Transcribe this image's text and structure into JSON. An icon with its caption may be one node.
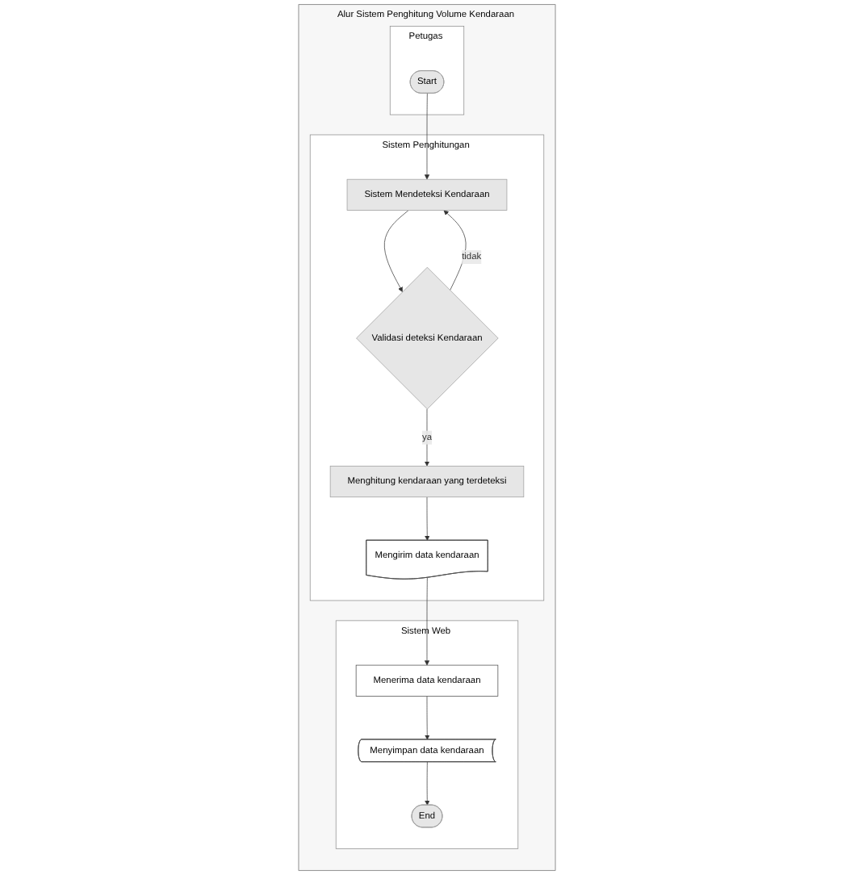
{
  "diagram": {
    "nodes": [
      {
        "text": [
          "Alur Sistem Penghitung Volume Kendaraan"
        ]
      },
      {
        "text": [
          "Sistem Penghitungan"
        ],
        "in": 0
      },
      {
        "text": [
          "Sistem Web"
        ],
        "in": 0
      },
      {
        "text": [
          "Petugas"
        ],
        "in": 0
      },
      {
        "text": [
          "Start"
        ],
        "in": 3
      },
      {
        "text": [
          "Sistem Mendeteksi Kendaraan"
        ],
        "in": 1
      },
      {
        "text": [
          "Validasi deteksi Kendaraan"
        ],
        "in": 1
      },
      {
        "text": [
          "Menghitung kendaraan yang terdeteksi"
        ],
        "in": 1
      },
      {
        "text": [
          "Mengirim data kendaraan"
        ],
        "in": 1
      },
      {
        "text": [
          "Menerima data kendaraan"
        ],
        "in": 2
      },
      {
        "text": [
          "Menyimpan data kendaraan"
        ],
        "in": 2
      },
      {
        "text": [
          "End"
        ],
        "in": 2
      }
    ],
    "edges": [
      {
        "from": 4,
        "to": 5,
        "arrow": "to"
      },
      {
        "from": 5,
        "to": 6,
        "arrow": "to"
      },
      {
        "from": 6,
        "to": 5,
        "label": "tidak",
        "arrow": "to"
      },
      {
        "from": 6,
        "to": 7,
        "label": "ya",
        "arrow": "to"
      },
      {
        "from": 7,
        "to": 8,
        "arrow": "to"
      },
      {
        "from": 8,
        "to": 9,
        "arrow": "to"
      },
      {
        "from": 9,
        "to": 10,
        "arrow": "to"
      },
      {
        "from": 10,
        "to": 11,
        "arrow": "to"
      }
    ]
  }
}
